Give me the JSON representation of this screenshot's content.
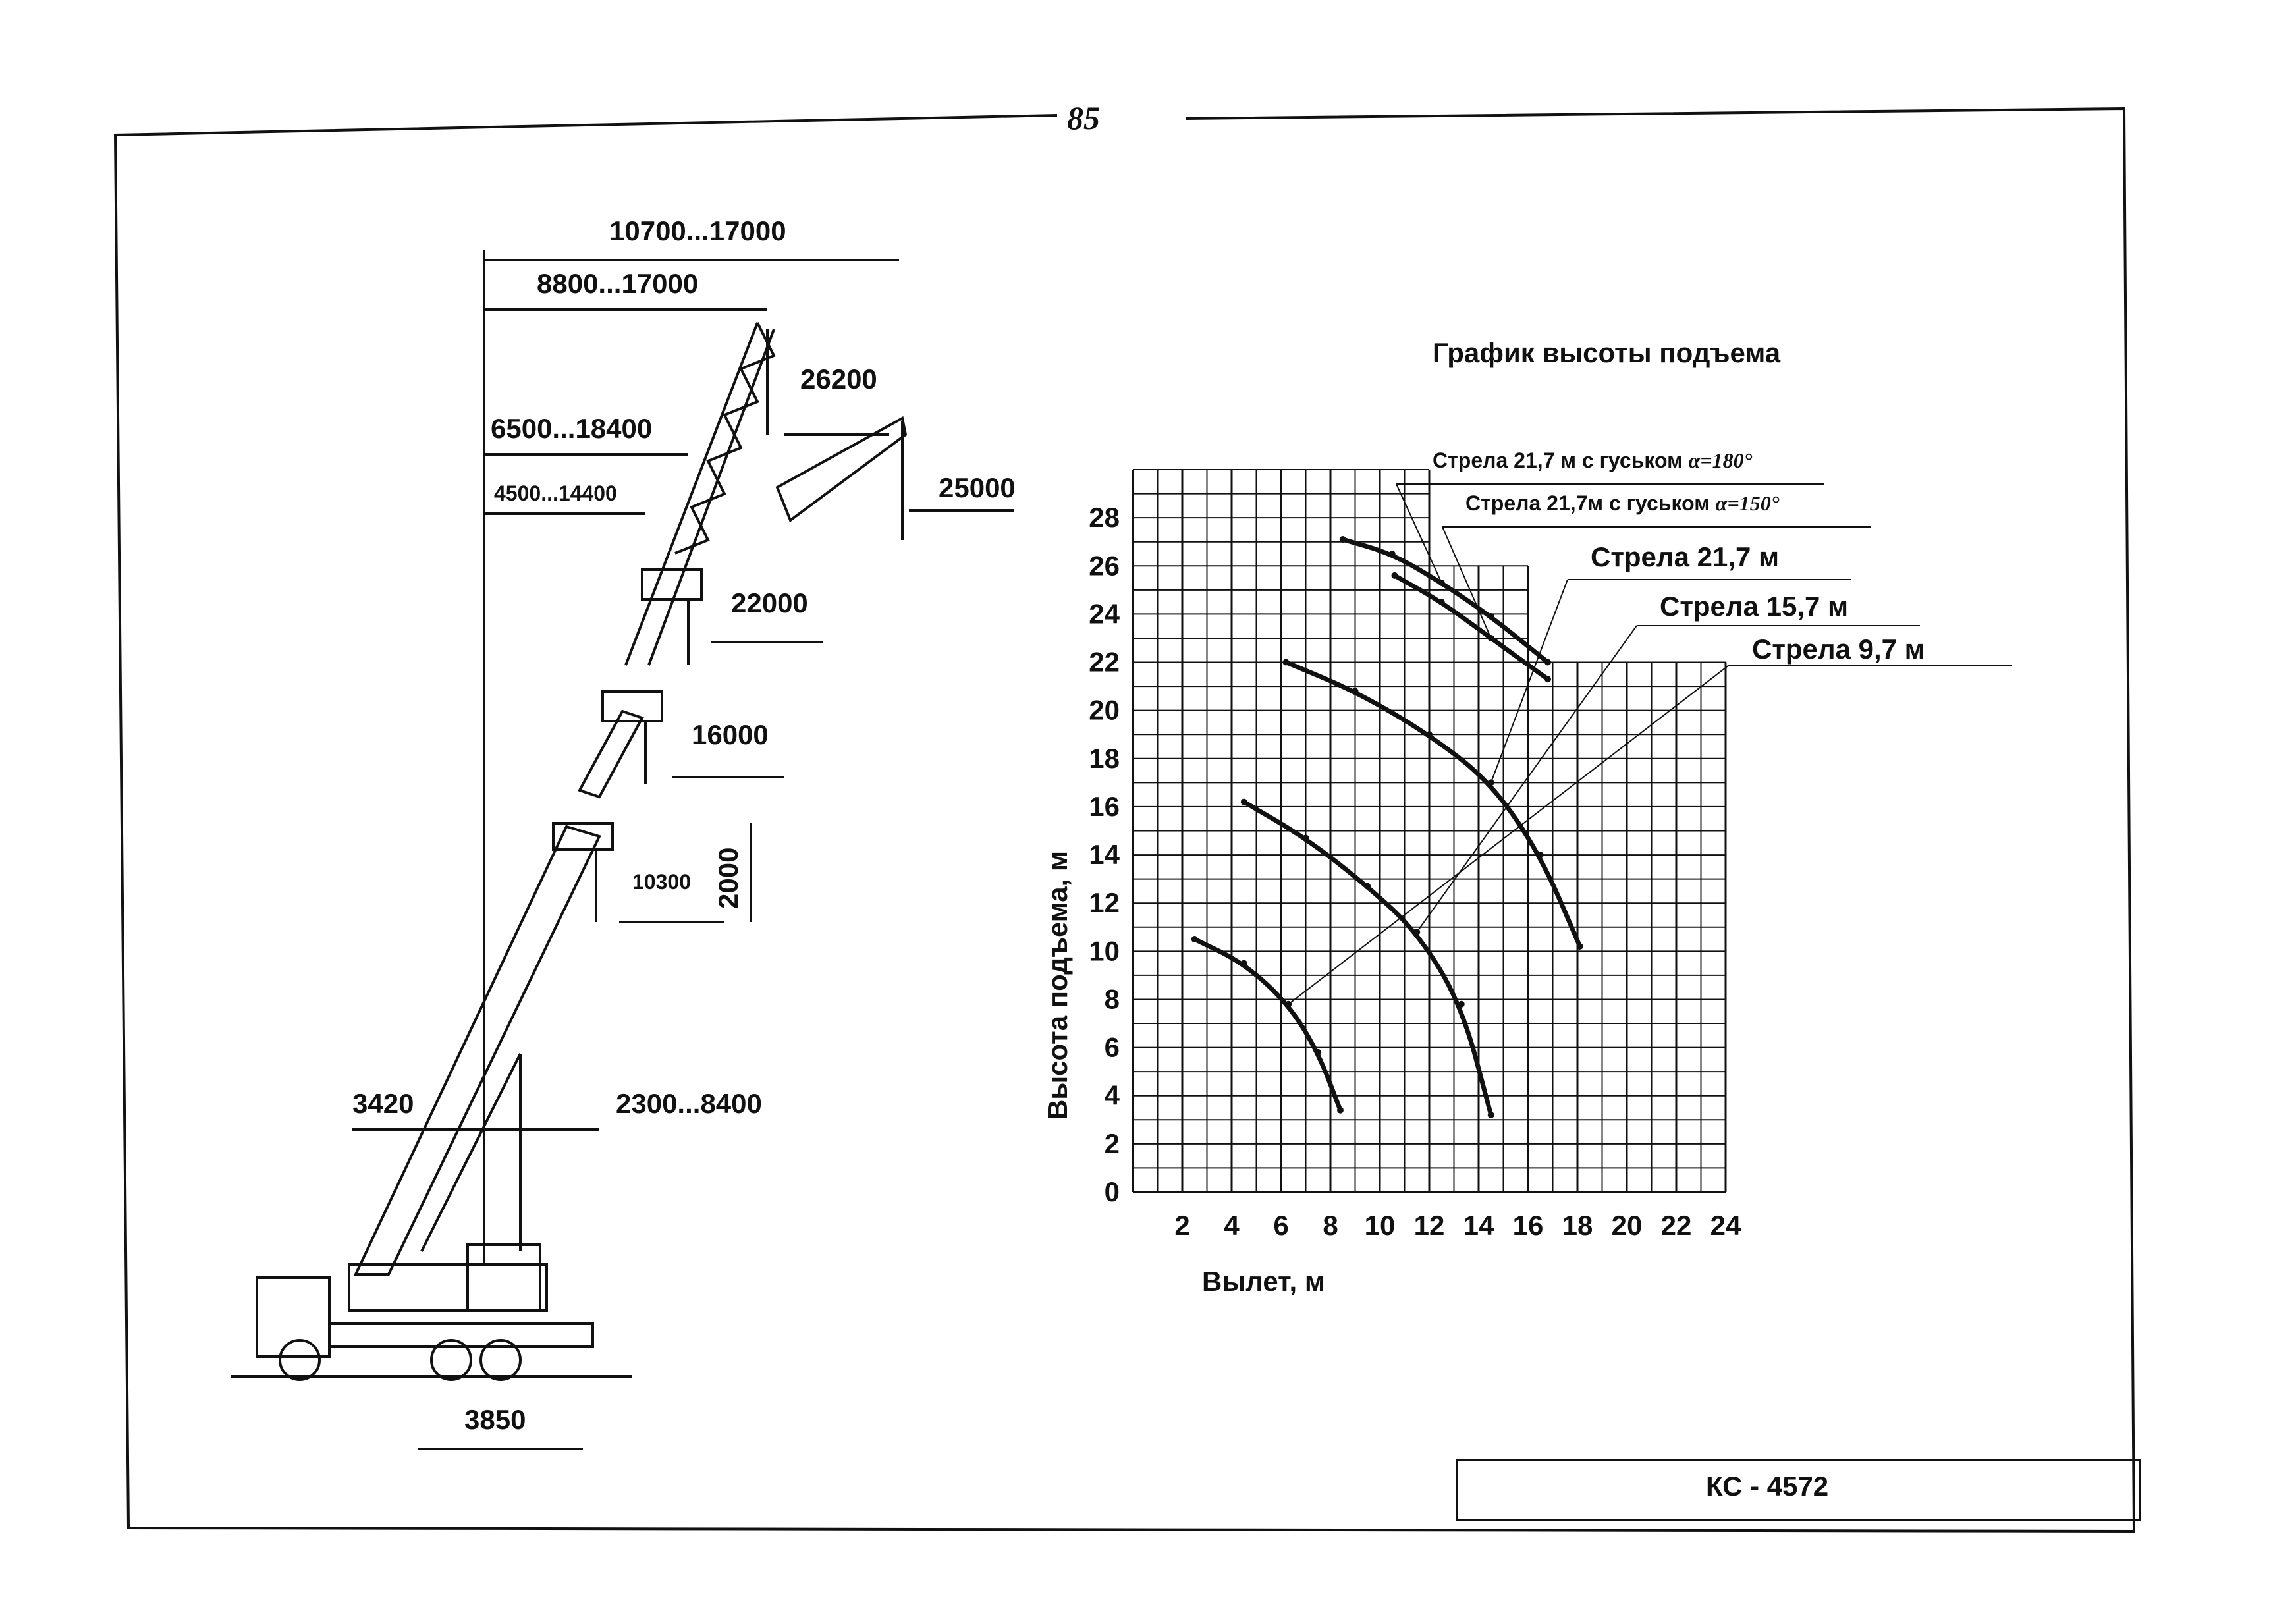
{
  "page": {
    "number": "85"
  },
  "stamp": {
    "model": "КС - 4572"
  },
  "crane": {
    "dimensions": {
      "d10700": "10700...17000",
      "d8800": "8800...17000",
      "d6500": "6500...18400",
      "d4500": "4500...14400",
      "d2300": "2300...8400",
      "d3420": "3420",
      "d3850": "3850",
      "d2000": "2000"
    },
    "heights": {
      "h26200": "26200",
      "h25000": "25000",
      "h22000": "22000",
      "h16000": "16000",
      "h10300": "10300"
    }
  },
  "chart_data": {
    "type": "line",
    "title": "График высоты подъема",
    "xlabel": "Вылет, м",
    "ylabel": "Высота подъема, м",
    "xlim": [
      0,
      24
    ],
    "ylim": [
      0,
      30
    ],
    "x_ticks": [
      "2",
      "4",
      "6",
      "8",
      "10",
      "12",
      "14",
      "16",
      "18",
      "20",
      "22",
      "24"
    ],
    "y_ticks": [
      "0",
      "2",
      "4",
      "6",
      "8",
      "10",
      "12",
      "14",
      "16",
      "18",
      "20",
      "22",
      "24",
      "26",
      "28"
    ],
    "grid": true,
    "series": [
      {
        "name": "Стрела 21,7 м  с гуськом α=180°",
        "label_prefix": "Стрела 21,7 м  с гуськом",
        "label_angle": "α=180°",
        "points": [
          [
            8.5,
            27.1
          ],
          [
            10.5,
            26.5
          ],
          [
            12.5,
            25.3
          ],
          [
            14.5,
            23.9
          ],
          [
            16.8,
            22.0
          ]
        ]
      },
      {
        "name": "Стрела 21,7м с гуськом α=150°",
        "label_prefix": "Стрела 21,7м с гуськом",
        "label_angle": "α=150°",
        "points": [
          [
            10.6,
            25.6
          ],
          [
            12.5,
            24.5
          ],
          [
            14.5,
            23.0
          ],
          [
            16.8,
            21.3
          ]
        ]
      },
      {
        "name": "Стрела 21,7 м",
        "points": [
          [
            6.2,
            22.0
          ],
          [
            9.0,
            20.8
          ],
          [
            12.0,
            19.0
          ],
          [
            14.5,
            17.0
          ],
          [
            16.5,
            14.0
          ],
          [
            18.1,
            10.2
          ]
        ]
      },
      {
        "name": "Стрела 15,7 м",
        "points": [
          [
            4.5,
            16.2
          ],
          [
            7.0,
            14.7
          ],
          [
            9.5,
            12.7
          ],
          [
            11.5,
            10.8
          ],
          [
            13.3,
            7.8
          ],
          [
            14.5,
            3.2
          ]
        ]
      },
      {
        "name": "Стрела 9,7 м",
        "points": [
          [
            2.5,
            10.5
          ],
          [
            4.5,
            9.5
          ],
          [
            6.3,
            7.8
          ],
          [
            7.5,
            5.8
          ],
          [
            8.4,
            3.4
          ]
        ]
      }
    ]
  }
}
